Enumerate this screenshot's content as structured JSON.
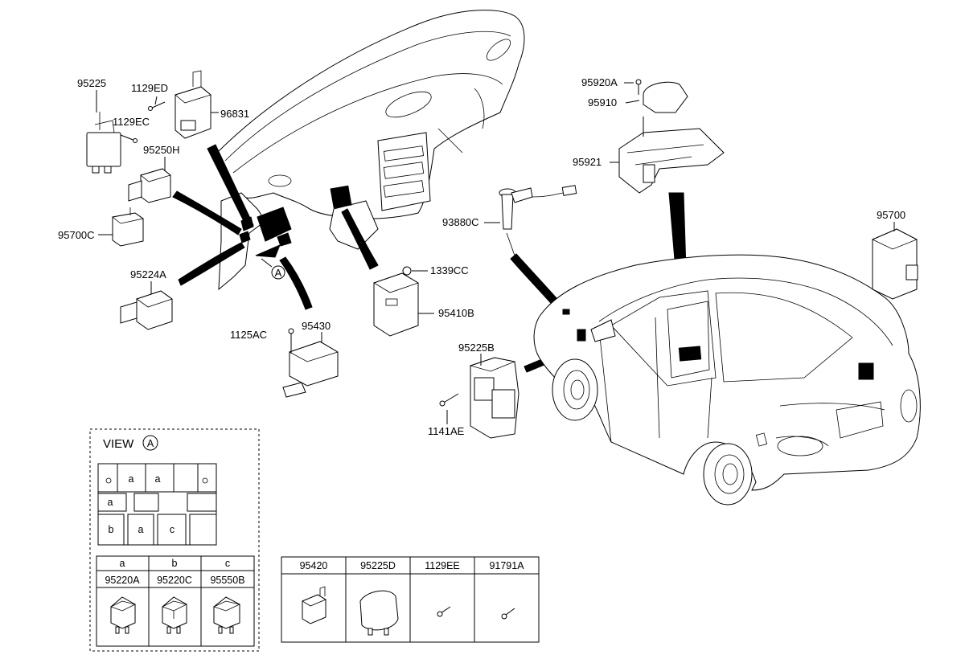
{
  "labels": {
    "p95225": "95225",
    "p1129ED": "1129ED",
    "p1129EC": "1129EC",
    "p96831": "96831",
    "p95250H": "95250H",
    "p95700C": "95700C",
    "p95224A": "95224A",
    "p1125AC": "1125AC",
    "p95430": "95430",
    "p1339CC": "1339CC",
    "p95410B": "95410B",
    "p95920A": "95920A",
    "p95910": "95910",
    "p95921": "95921",
    "p93880C": "93880C",
    "p95700": "95700",
    "p95225B": "95225B",
    "p1141AE": "1141AE",
    "callout": "A"
  },
  "view_a": {
    "title": "VIEW",
    "mark": "A",
    "cells": [
      "a",
      "a",
      "a",
      "b",
      "a",
      "c"
    ]
  },
  "relay_table": {
    "headers": [
      "a",
      "b",
      "c"
    ],
    "parts": [
      "95220A",
      "95220C",
      "95550B"
    ]
  },
  "parts_table": {
    "parts": [
      "95420",
      "95225D",
      "1129EE",
      "91791A"
    ]
  }
}
